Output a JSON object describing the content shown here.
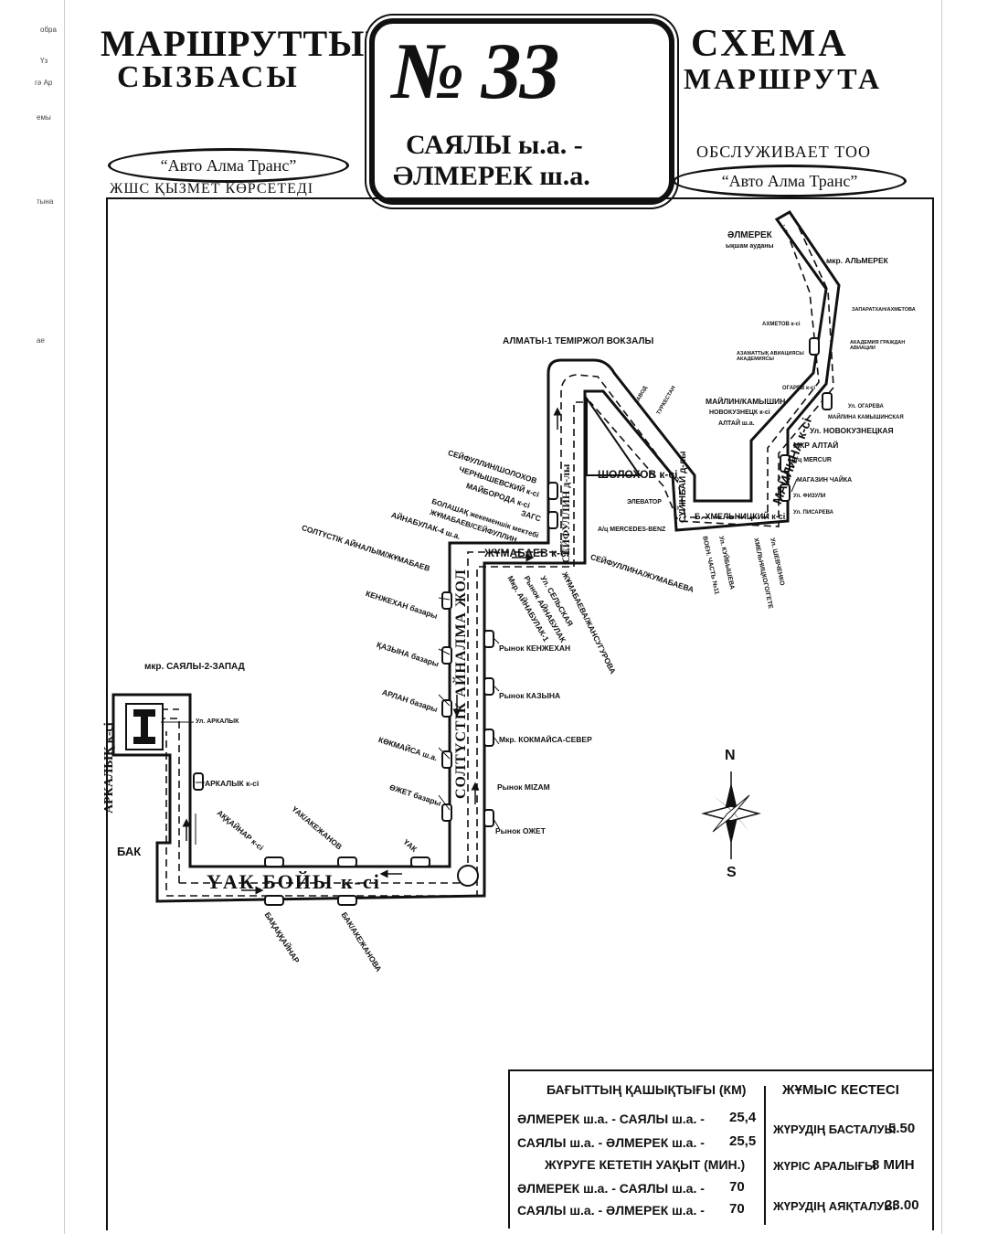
{
  "header": {
    "left_title_1": "МАРШРУТТЫҢ",
    "left_title_2": "СЫЗБАСЫ",
    "left_oval": "“Авто Алма Транс”",
    "left_sub": "ЖШС ҚЫЗМЕТ КӨРСЕТЕДІ",
    "route_number": "№ 33",
    "route_from": "САЯЛЫ ы.а. -",
    "route_to": "ӘЛМЕРЕК ш.а.",
    "right_title_1": "СХЕМА",
    "right_title_2": "МАРШРУТА",
    "right_sub": "ОБСЛУЖИВАЕТ ТОО",
    "right_oval": "“Авто Алма Транс”"
  },
  "margin_scraps": [
    "обра",
    "Үз",
    "гә Ар",
    "емы",
    "ае",
    "тына"
  ],
  "compass": {
    "north": "N",
    "south": "S"
  },
  "streets": {
    "uak_boyi": "ҮАК БОЙЫ к-сі",
    "arkalyk": "АРКАЛЫҚ к-сі",
    "soltustik": "СОЛТҮСТІК АЙНАЛМА ЖОЛ",
    "seifullin": "СЕЙФУЛЛИН д-лы",
    "zhumabaev": "ЖҰМАБАЕВ к-сі",
    "sholokhov": "ШОЛОХОВ к-сі",
    "suyunbai": "СҮЙІНБАЙ д-лы",
    "b_khmelnitsky": "Б. ХМЕЛЬНИЦКИЙ к-сі",
    "mailin": "МАЙЛИНА к-сі",
    "bak": "БАК"
  },
  "stops_left": [
    {
      "text": "мкр. САЯЛЫ-2-ЗАПАД"
    },
    {
      "text": "Ул. АРКАЛЫК"
    },
    {
      "text": "АРКАЛЫК к-сі"
    },
    {
      "text": "АҚҚАЙНАР к-сі"
    },
    {
      "text": "БАҚАҚҚАЙНАР"
    },
    {
      "text": "ҮАК/АКЕЖАНОВ"
    },
    {
      "text": "БАК/АКЕЖАНОВА"
    },
    {
      "text": "ҮАК"
    }
  ],
  "stops_ring": [
    {
      "text": "ӨЖЕТ базары"
    },
    {
      "text": "КӨКМАЙСА ш.а."
    },
    {
      "text": "АРЛАН базары"
    },
    {
      "text": "ҚАЗЫНА базары"
    },
    {
      "text": "КЕНЖЕХАН базары"
    },
    {
      "text": "СОЛТҮСТІК АЙНАЛЫМ/ЖҰМАБАЕВ"
    },
    {
      "text": "АЙНАБУЛАК-4 ш.а."
    },
    {
      "text": "Рынок ОЖЕТ"
    },
    {
      "text": "Рынок MIZAM"
    },
    {
      "text": "Мкр. КОКМАЙСА-СЕВЕР"
    },
    {
      "text": "Рынок КАЗЫНА"
    },
    {
      "text": "Рынок КЕНЖЕХАН"
    }
  ],
  "stops_center": [
    {
      "text": "СЕЙФУЛЛИН/ШОЛОХОВ"
    },
    {
      "text": "ЧЕРНЫШЕВСКИЙ к-сі"
    },
    {
      "text": "МАЙБОРОДА к-сі"
    },
    {
      "text": "ЗАГС"
    },
    {
      "text": "БОЛАШАҚ жекеменшік мектебі"
    },
    {
      "text": "ЖҰМАБАЕВ/СЕЙФУЛЛИН"
    },
    {
      "text": "Мкр. АЙНАБУЛАК-1"
    },
    {
      "text": "Рынок АЙНАБУЛАК"
    },
    {
      "text": "Ул. СЕЛЬСКАЯ"
    },
    {
      "text": "ЖҰМАБАЕВА/ЖАНСУГУРОВА"
    },
    {
      "text": "СЕЙФУЛЛИНА/ЖУМАБАЕВА"
    },
    {
      "text": "А/ц MERCEDES-BENZ"
    },
    {
      "text": "ЭЛЕВАТОР"
    },
    {
      "text": "АЛМАТЫ-1 ТЕМІРЖОЛ ВОКЗАЛЫ"
    }
  ],
  "stops_right": [
    {
      "text": "ӘЛМЕРЕК"
    },
    {
      "text": "ықшам ауданы"
    },
    {
      "text": "мкр. АЛЬМЕРЕК"
    },
    {
      "text": "ЗАПАРАТХАН/АХМЕТОВА"
    },
    {
      "text": "АХМЕТОВ к-сі"
    },
    {
      "text": "АЗАМАТТЫҚ АВИАЦИЯСЫ АКАДЕМИЯСЫ"
    },
    {
      "text": "АКАДЕМИЯ ГРАЖДАН АВИАЦИИ"
    },
    {
      "text": "ОГАРЕВ к-сі"
    },
    {
      "text": "Ул. ОГАРЕВА"
    },
    {
      "text": "МАЙЛИН/КАМЫШИН"
    },
    {
      "text": "МАЙЛИНА КАМЫШИНСКАЯ"
    },
    {
      "text": "НОВОКУЗНЕЦК к-сі"
    },
    {
      "text": "Ул. НОВОКУЗНЕЦКАЯ"
    },
    {
      "text": "АЛТАЙ ш.а."
    },
    {
      "text": "МКР АЛТАЙ"
    },
    {
      "text": "А/ц MERCUR"
    },
    {
      "text": "МАГАЗИН ЧАЙКА"
    },
    {
      "text": "Ул. ФИЗУЛИ"
    },
    {
      "text": "Ул. ПИСАРЕВА"
    },
    {
      "text": "Ул. ШЕВЧЕНКО"
    },
    {
      "text": "ХМЕЛЬНИЦКОГО/ГЕТЕ"
    },
    {
      "text": "Ул. КУЙБЫШЕВА"
    },
    {
      "text": "ВОЕН. ЧАСТЬ №11"
    },
    {
      "text": "ТУРКЕСТАН"
    },
    {
      "text": "ЗАВОД"
    }
  ],
  "info": {
    "distance_title": "БАҒЫТТЫҢ ҚАШЫҚТЫҒЫ (КМ)",
    "dist_row1": "ӘЛМЕРЕК ш.а. - САЯЛЫ ш.а. -",
    "dist_val1": "25,4",
    "dist_row2": "САЯЛЫ ш.а. - ӘЛМЕРЕК ш.а. -",
    "dist_val2": "25,5",
    "time_title": "ЖҮРУГЕ КЕТЕТІН УАҚЫТ (МИН.)",
    "time_row1": "ӘЛМЕРЕК ш.а. - САЯЛЫ ш.а. -",
    "time_val1": "70",
    "time_row2": "САЯЛЫ ш.а. - ӘЛМЕРЕК ш.а. -",
    "time_val2": "70",
    "schedule_title": "ЖҰМЫС КЕСТЕСІ",
    "start_label": "ЖҮРУДІҢ БАСТАЛУЫ",
    "start_val": "5.50",
    "interval_label": "ЖҮРІС АРАЛЫҒЫ",
    "interval_val": "8 МИН",
    "end_label": "ЖҮРУДІҢ АЯҚТАЛУЫ",
    "end_val": "23.00"
  }
}
